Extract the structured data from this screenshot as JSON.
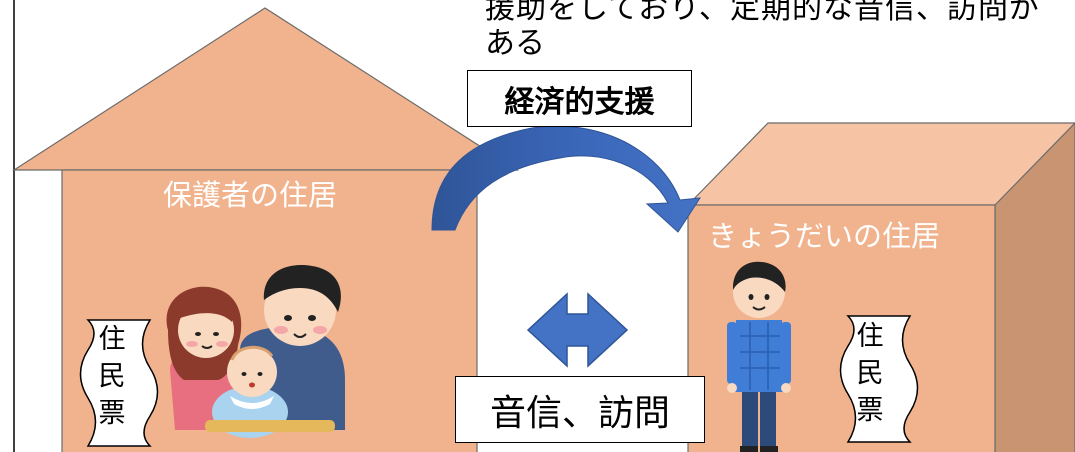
{
  "top_note": {
    "line1": "援助をしており、定期的な音信、訪問が",
    "line2": "ある"
  },
  "financial_support_label": "経済的支援",
  "contact_visit_label": "音信、訪問",
  "guardian_house": {
    "label": "保護者の住居",
    "juminhyo": "住\n民\n票"
  },
  "sibling_house": {
    "label": "きょうだいの住居",
    "juminhyo": "住\n民\n票"
  },
  "colors": {
    "house_fill": "#F1B38D",
    "cube_top": "#F6C4A4",
    "cube_side": "#C99471",
    "arrow_blue": "#4472C4",
    "arrow_dark_blue": "#2F5597"
  }
}
